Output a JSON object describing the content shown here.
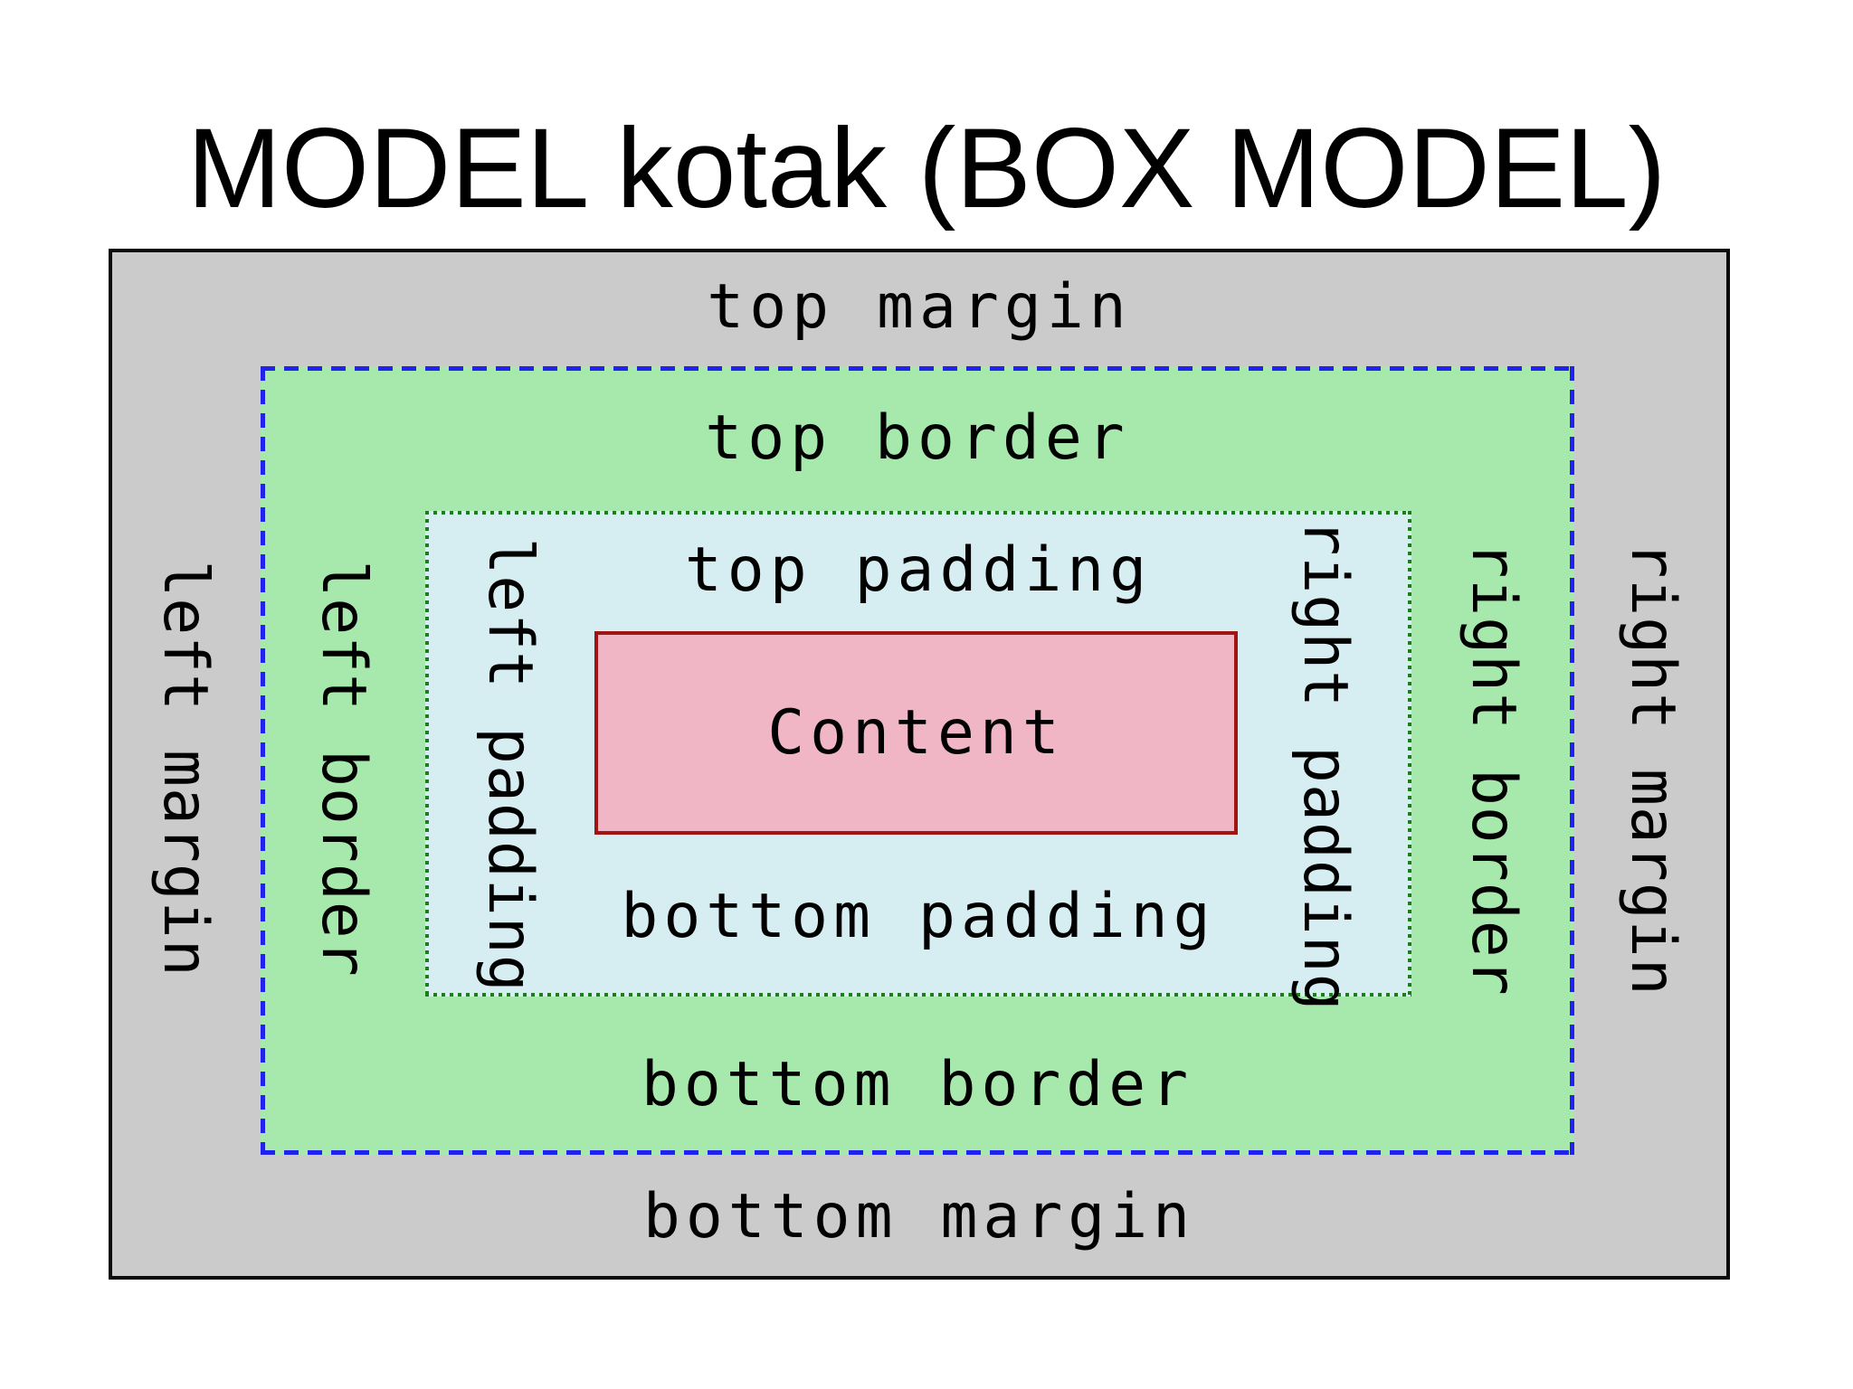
{
  "title": "MODEL kotak (BOX MODEL)",
  "colors": {
    "page_bg": "#ffffff",
    "text": "#000000",
    "margin_bg": "#cbcbcb",
    "margin_frame": "#0a0a0a",
    "border_bg": "#a7e9ac",
    "border_line": "#2222ee",
    "padding_bg": "#d6eef2",
    "padding_line": "#1b7e1b",
    "content_bg": "#f0b6c5",
    "content_line": "#a01414"
  },
  "diagram": {
    "margin": {
      "top_label": "top margin",
      "bottom_label": "bottom margin",
      "left_label": "left margin",
      "right_label": "right margin"
    },
    "border": {
      "top_label": "top border",
      "bottom_label": "bottom border",
      "left_label": "left border",
      "right_label": "right border"
    },
    "padding": {
      "top_label": "top padding",
      "bottom_label": "bottom padding",
      "left_label": "left padding",
      "right_label": "right padding"
    },
    "content": {
      "label": "Content"
    }
  }
}
